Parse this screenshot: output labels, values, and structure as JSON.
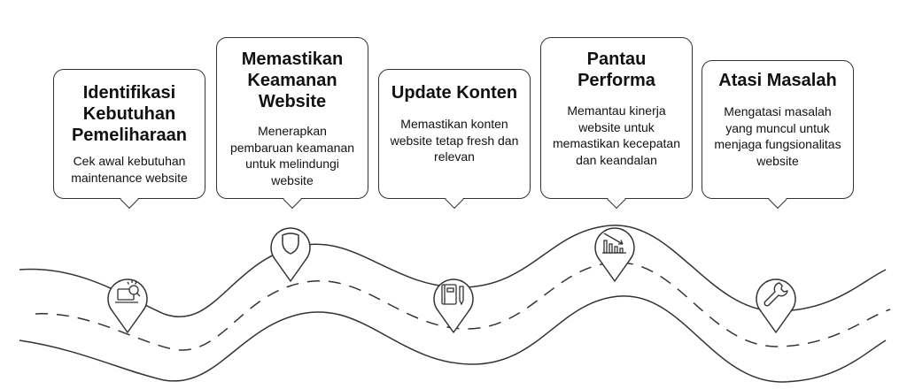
{
  "steps": [
    {
      "title": "Identifikasi Kebutuhan Pemeliharaan",
      "description": "Cek awal kebutuhan maintenance website",
      "icon": "laptop-search-icon"
    },
    {
      "title": "Memastikan Keamanan Website",
      "description": "Menerapkan pembaruan keamanan untuk melindungi website",
      "icon": "shield-icon"
    },
    {
      "title": "Update Konten",
      "description": "Memastikan konten website tetap fresh dan relevan",
      "icon": "notebook-pencil-icon"
    },
    {
      "title": "Pantau Performa",
      "description": "Memantau kinerja website untuk memastikan kecepatan dan keandalan",
      "icon": "chart-decline-icon"
    },
    {
      "title": "Atasi Masalah",
      "description": "Mengatasi masalah yang muncul untuk menjaga fungsionalitas website",
      "icon": "wrench-icon"
    }
  ],
  "colors": {
    "stroke": "#333333",
    "background": "#ffffff",
    "text": "#111111"
  }
}
